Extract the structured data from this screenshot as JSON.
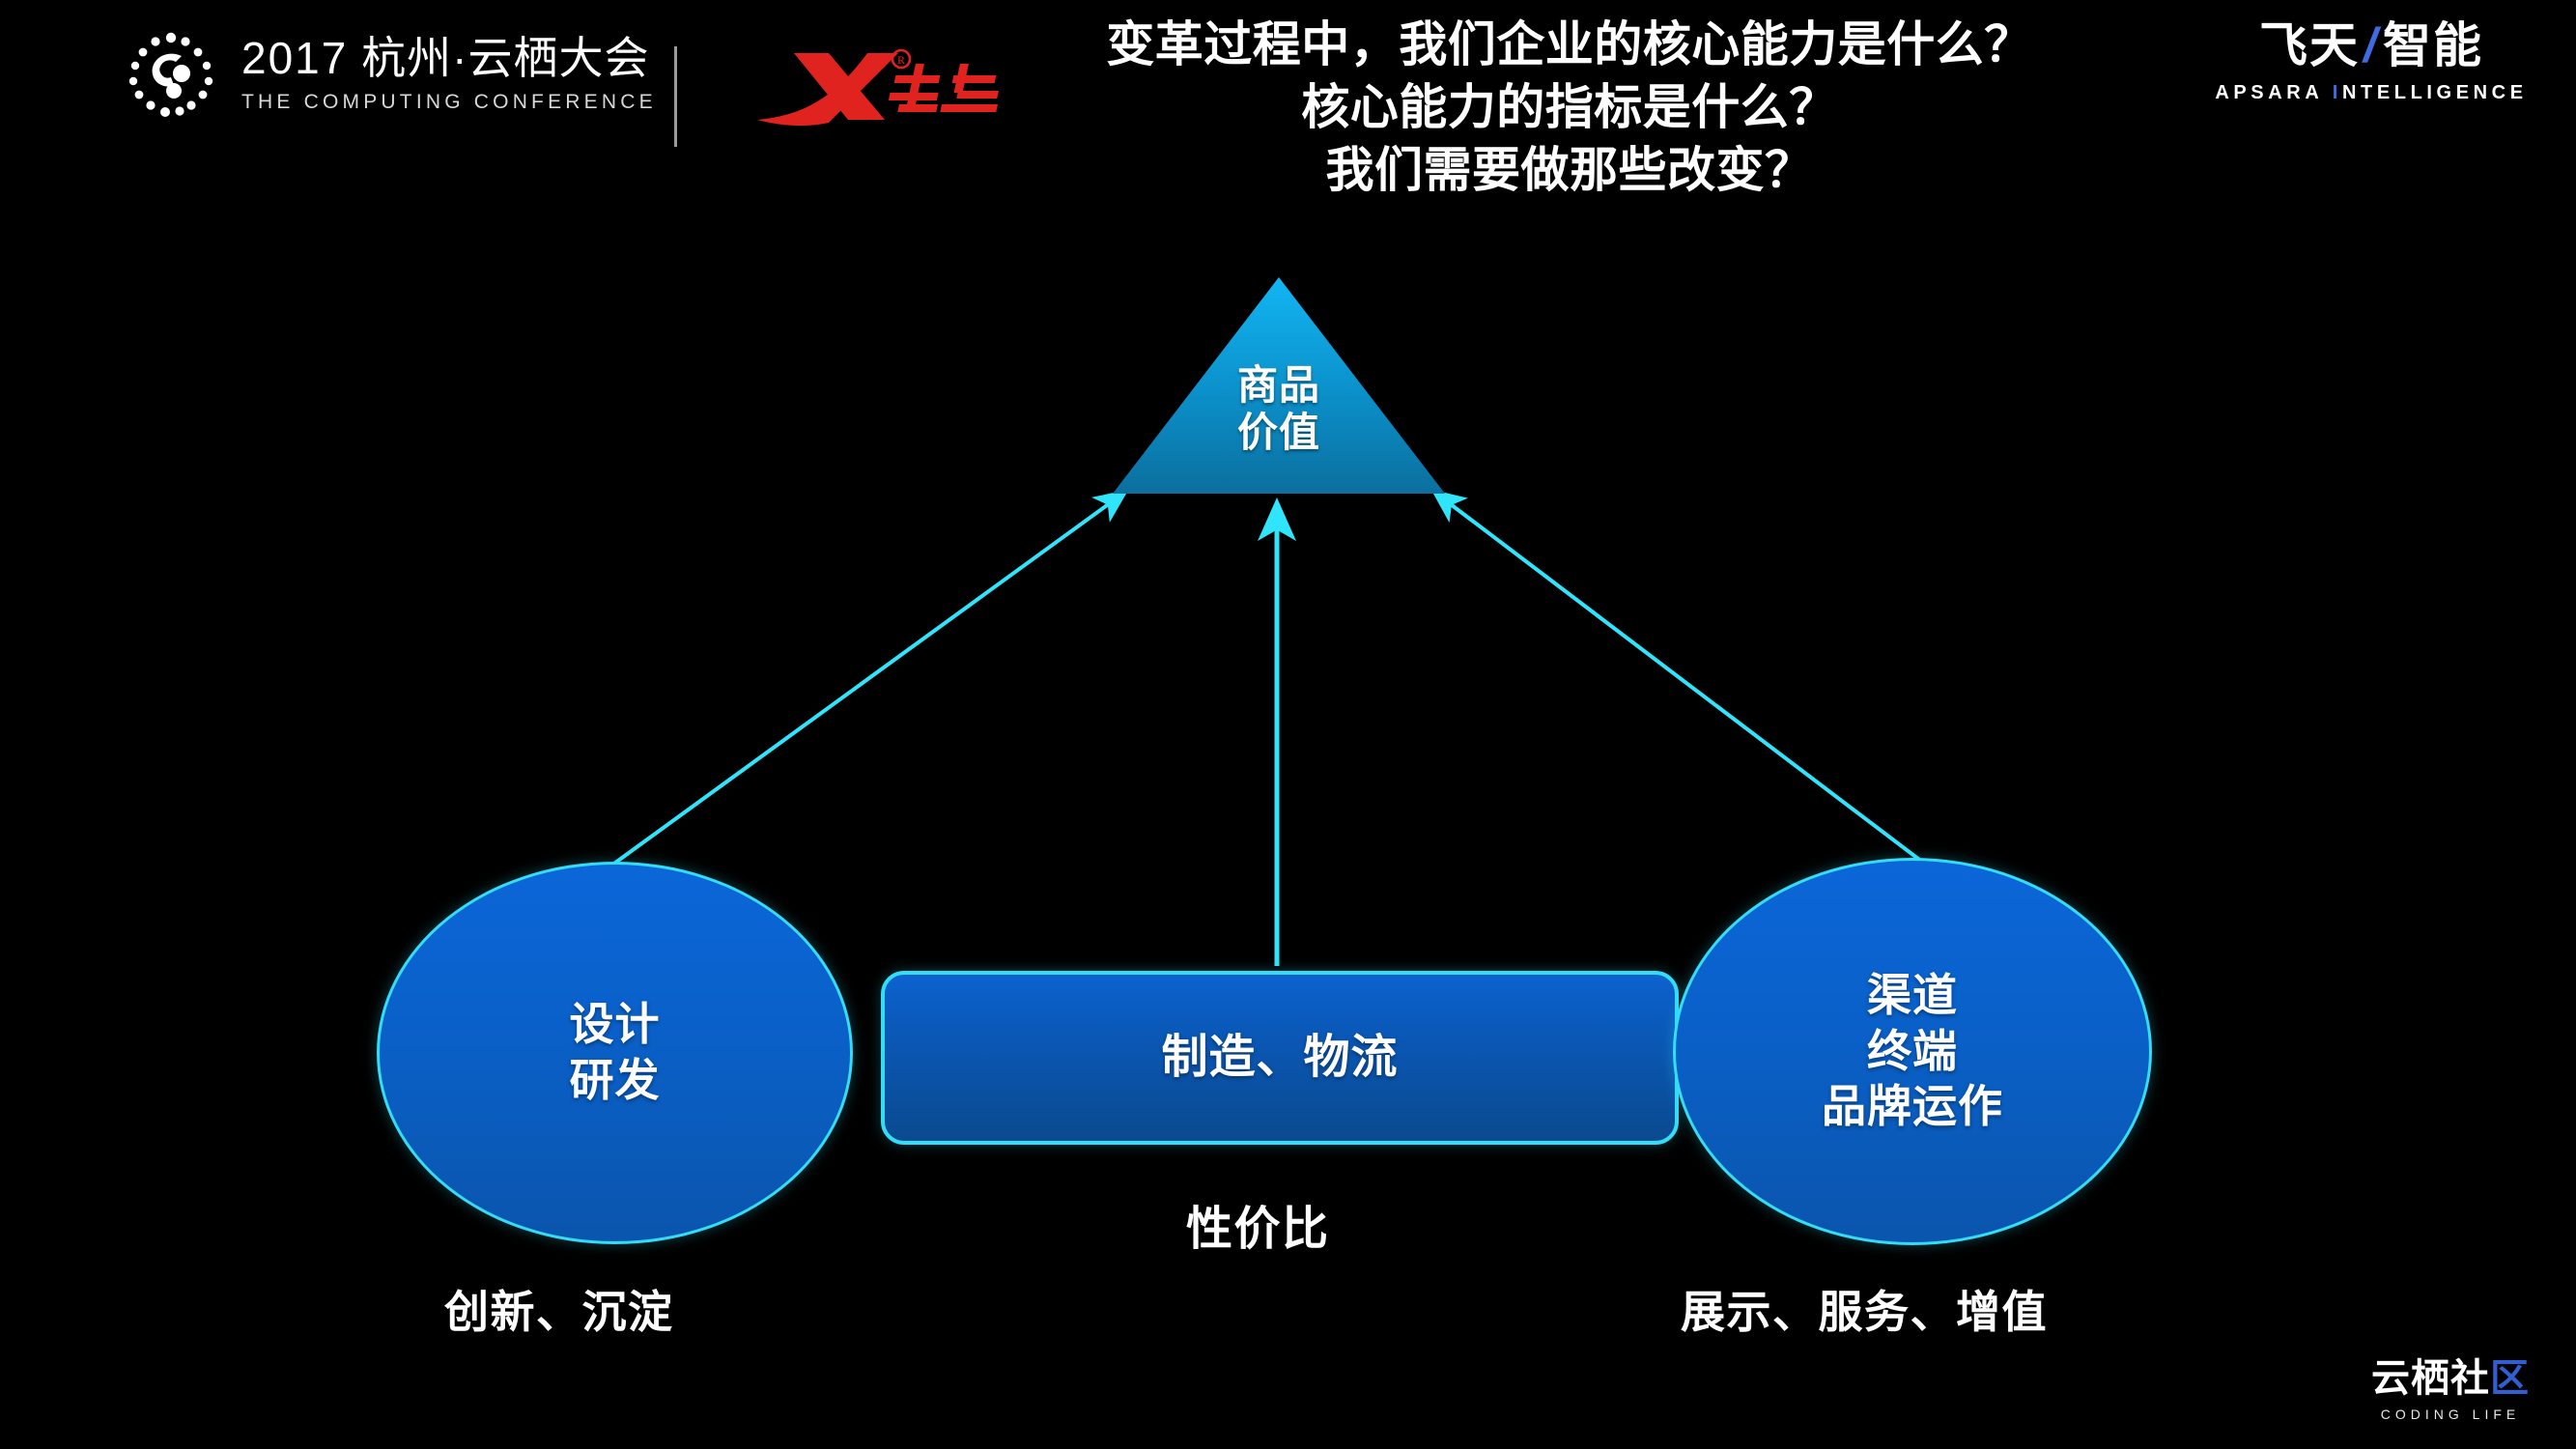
{
  "header": {
    "conference": {
      "year": "2017",
      "title_cn": "杭州·云栖大会",
      "subtitle_en": "THE COMPUTING CONFERENCE",
      "mark_icon": "dotted-c-logo-icon"
    },
    "divider_icon": "vertical-divider",
    "brand": {
      "name_cn": "特步",
      "mark": "X",
      "trademark": "®",
      "logo_icon": "xtep-brand-logo-icon",
      "color": "#e0231f"
    },
    "headline": {
      "line1": "变革过程中，我们企业的核心能力是什么？",
      "line2": "核心能力的指标是什么？",
      "line3": "我们需要做那些改变？"
    },
    "apsara": {
      "cn_left": "飞天",
      "cn_slash": "/",
      "cn_right": "智能",
      "en_prefix": "APSARA ",
      "en_highlight": "I",
      "en_suffix": "NTELLIGENCE",
      "accent_color": "#4169e1"
    }
  },
  "diagram": {
    "apex": {
      "line1": "商品",
      "line2": "价值",
      "shape": "triangle",
      "fill_top": "#00aeef",
      "fill_bottom": "#0b6f9e"
    },
    "nodes": [
      {
        "id": "design",
        "shape": "ellipse",
        "lines": [
          "设计",
          "研发"
        ],
        "caption": "创新、沉淀"
      },
      {
        "id": "manufacturing",
        "shape": "rounded-rect",
        "lines": [
          "制造、物流"
        ],
        "caption": "性价比"
      },
      {
        "id": "channel",
        "shape": "ellipse",
        "lines": [
          "渠道",
          "终端",
          "品牌运作"
        ],
        "caption": "展示、服务、增值"
      }
    ],
    "connector": {
      "color": "#2fe4fb",
      "style": "arrow",
      "direction": "upward-to-apex",
      "count": 3
    },
    "accent_color": "#34dcf5",
    "node_fill": "#0a60c8"
  },
  "footer": {
    "community_cn_1": "云栖社",
    "community_cn_chev": "区",
    "community_en": "CODING LIFE",
    "logo_icon": "yunqi-community-logo-icon"
  }
}
